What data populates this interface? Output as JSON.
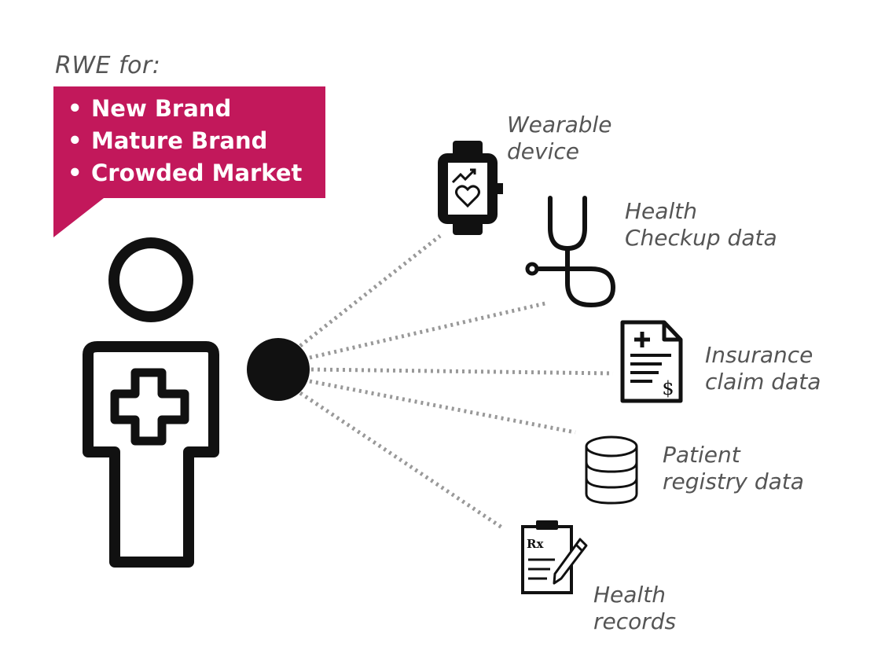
{
  "heading": "RWE for:",
  "callout": {
    "items": [
      "New Brand",
      "Mature Brand",
      "Crowded Market"
    ]
  },
  "sources": {
    "wearable": {
      "line1": "Wearable",
      "line2": "device"
    },
    "checkup": {
      "line1": "Health",
      "line2": "Checkup data"
    },
    "insurance": {
      "line1": "Insurance",
      "line2": "claim data"
    },
    "registry": {
      "line1": "Patient",
      "line2": "registry data"
    },
    "records": {
      "line1": "Health",
      "line2": "records"
    }
  },
  "icons": {
    "watch_sign": "",
    "insurance_symbol": "$",
    "records_symbol": "Rx"
  },
  "colors": {
    "accent": "#c2185b",
    "text": "#555555",
    "line": "#999999",
    "icon": "#111111"
  }
}
